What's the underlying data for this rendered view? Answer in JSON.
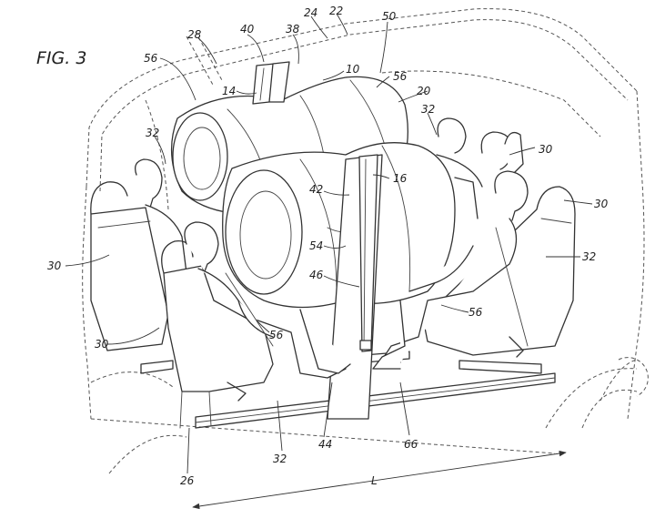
{
  "figure": {
    "title": "FIG. 3"
  },
  "labels": {
    "l10": "10",
    "l14": "14",
    "l16": "16",
    "l20": "20",
    "l22": "22",
    "l24": "24",
    "l26": "26",
    "l28": "28",
    "l30a": "30",
    "l30b": "30",
    "l30c": "30",
    "l30d": "30",
    "l32a": "32",
    "l32b": "32",
    "l32c": "32",
    "l32d": "32",
    "l38": "38",
    "l40": "40",
    "l42": "42",
    "l44": "44",
    "l46": "46",
    "l50": "50",
    "l54": "54",
    "l56a": "56",
    "l56b": "56",
    "l56c": "56",
    "l56d": "56",
    "l66": "66",
    "lL": "L"
  }
}
